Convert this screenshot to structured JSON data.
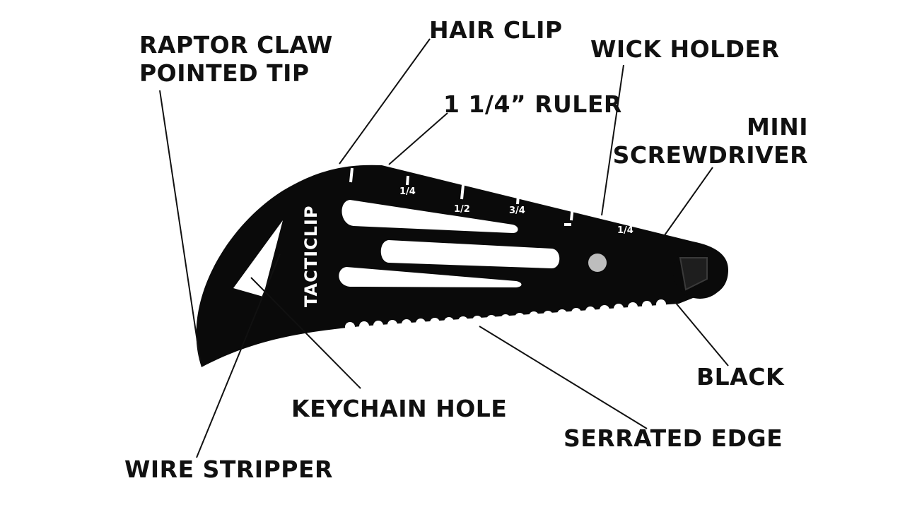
{
  "labels": {
    "raptor_claw": [
      "RAPTOR CLAW",
      "POINTED TIP"
    ],
    "hair_clip": "HAIR CLIP",
    "wick_holder": "WICK HOLDER",
    "ruler": "1 1/4” RULER",
    "mini_screwdriver": [
      "MINI",
      "SCREWDRIVER"
    ],
    "black": "BLACK",
    "keychain_hole": "KEYCHAIN HOLE",
    "serrated_edge": "SERRATED EDGE",
    "wire_stripper": "WIRE STRIPPER"
  },
  "clip": {
    "brand": "TACTICLIP",
    "ruler_marks": [
      "1/4",
      "1/2",
      "3/4",
      "1/4"
    ]
  },
  "colors": {
    "background": "#ffffff",
    "clip": "#0a0a0a",
    "text": "#111111",
    "leader": "#111111"
  }
}
